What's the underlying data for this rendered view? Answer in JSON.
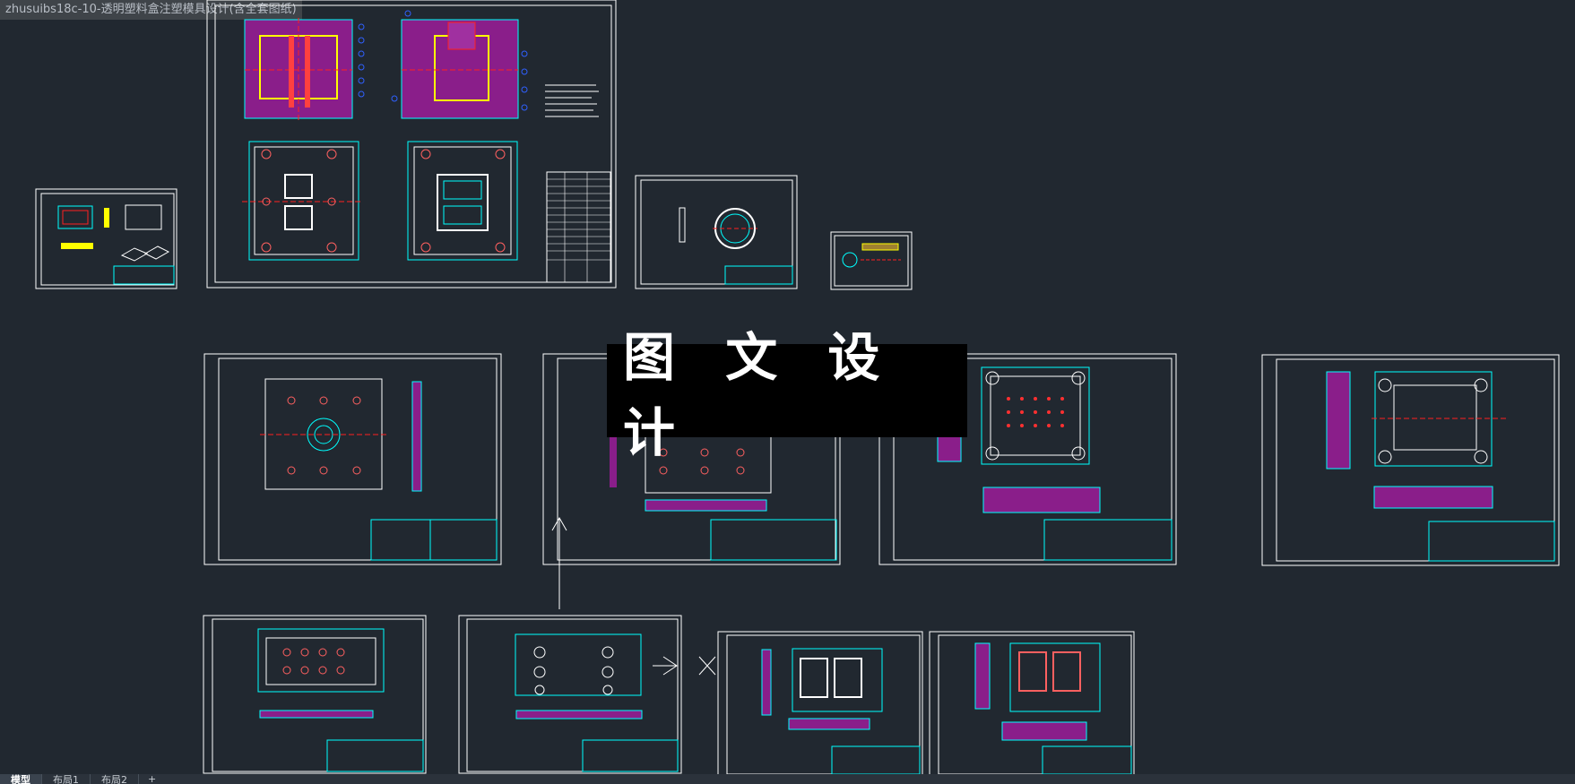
{
  "window": {
    "title": "zhusuibs18c-10-透明塑料盒注塑模具设计(含全套图纸)"
  },
  "watermark": {
    "text": "图 文 设 计"
  },
  "tabs": [
    {
      "label": "模型",
      "active": true
    },
    {
      "label": "布局1",
      "active": false
    },
    {
      "label": "布局2",
      "active": false
    }
  ],
  "tab_add_label": "+",
  "colors": {
    "background": "#212830",
    "frame": "#ffffff",
    "cyan": "#00ffff",
    "magenta": "#c020c0",
    "green": "#00ff00",
    "red": "#ff2020",
    "yellow": "#ffff00",
    "blue": "#3060ff"
  }
}
